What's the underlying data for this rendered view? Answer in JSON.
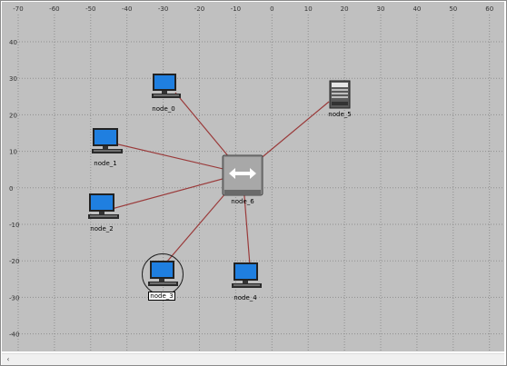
{
  "axis": {
    "x_ticks": [
      "-70",
      "-60",
      "-50",
      "-40",
      "-30",
      "-20",
      "-10",
      "0",
      "10",
      "20",
      "30",
      "40",
      "50",
      "60"
    ],
    "y_ticks": [
      "40",
      "30",
      "20",
      "10",
      "0",
      "-10",
      "-20",
      "-30",
      "-40"
    ]
  },
  "nodes": [
    {
      "label": "node_0",
      "type": "pc"
    },
    {
      "label": "node_1",
      "type": "pc"
    },
    {
      "label": "node_2",
      "type": "pc"
    },
    {
      "label": "node_3",
      "type": "pc"
    },
    {
      "label": "node_4",
      "type": "pc"
    },
    {
      "label": "node_5",
      "type": "server"
    }
  ],
  "switch": {
    "label": "node_6"
  },
  "selected_node": "node_3",
  "link_color": "#9a3a3a",
  "scrollbar": {
    "left_arrow": "‹"
  }
}
